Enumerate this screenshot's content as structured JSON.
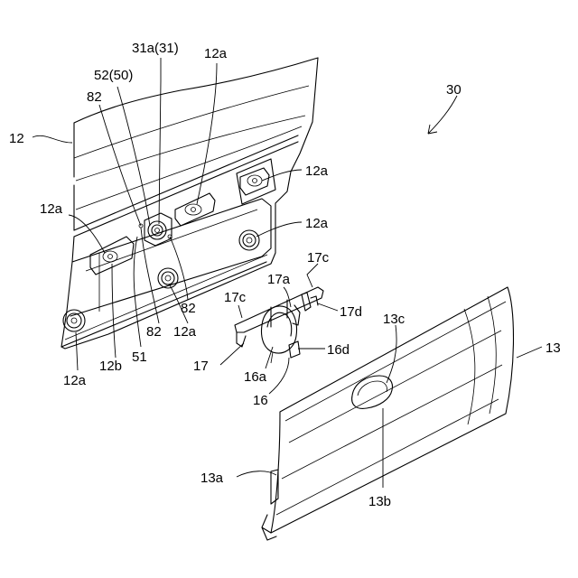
{
  "labels": {
    "ref_30": "30",
    "ref_12": "12",
    "ref_12a_top": "12a",
    "ref_12a_right_upper": "12a",
    "ref_12a_right_mid": "12a",
    "ref_12a_left": "12a",
    "ref_12a_bottom_mid": "12a",
    "ref_12a_bottom_left": "12a",
    "ref_12b": "12b",
    "ref_31a": "31a(31)",
    "ref_52": "52(50)",
    "ref_82_top": "82",
    "ref_82_right": "82",
    "ref_82_bottom": "82",
    "ref_51": "51",
    "ref_17": "17",
    "ref_17a": "17a",
    "ref_17c_upper": "17c",
    "ref_17c_left": "17c",
    "ref_17d": "17d",
    "ref_16": "16",
    "ref_16a": "16a",
    "ref_16d": "16d",
    "ref_13": "13",
    "ref_13a": "13a",
    "ref_13b": "13b",
    "ref_13c": "13c"
  }
}
